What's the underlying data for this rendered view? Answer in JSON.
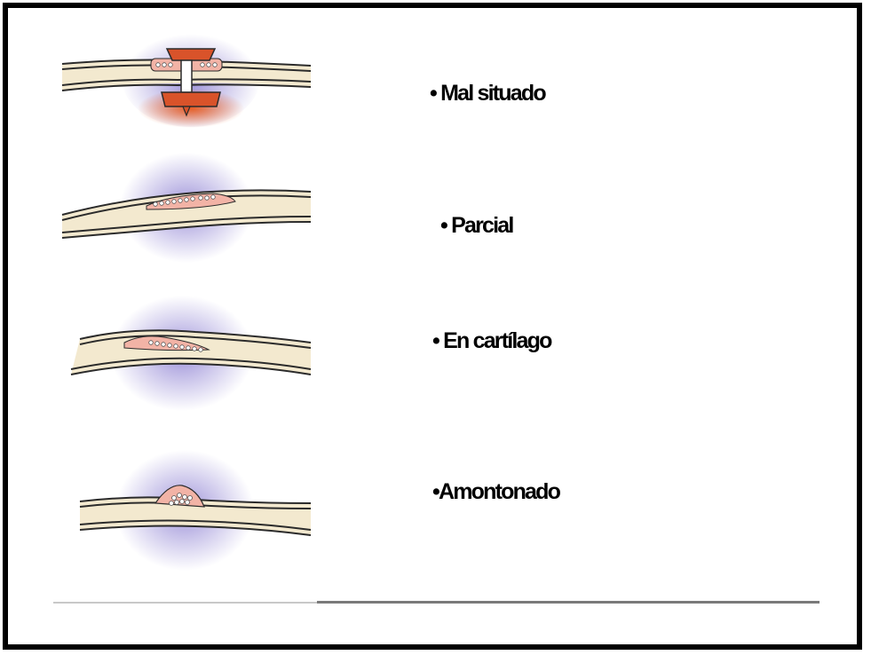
{
  "slide": {
    "items": [
      {
        "label": "• Mal situado",
        "icon": "misplaced-stent-illustration"
      },
      {
        "label": "• Parcial",
        "icon": "partial-stent-illustration"
      },
      {
        "label": "• En cartílago",
        "icon": "cartilage-stent-illustration"
      },
      {
        "label": "•Amontonado",
        "icon": "bunched-stent-illustration"
      }
    ]
  },
  "colors": {
    "tissue_outer": "#2b2b2b",
    "tissue_fill": "#f3e9cf",
    "tissue_pink": "#f2b3a6",
    "glow_purple": "#8c7fd2",
    "glow_orange": "#e8581a",
    "device_orange": "#d9532a"
  }
}
